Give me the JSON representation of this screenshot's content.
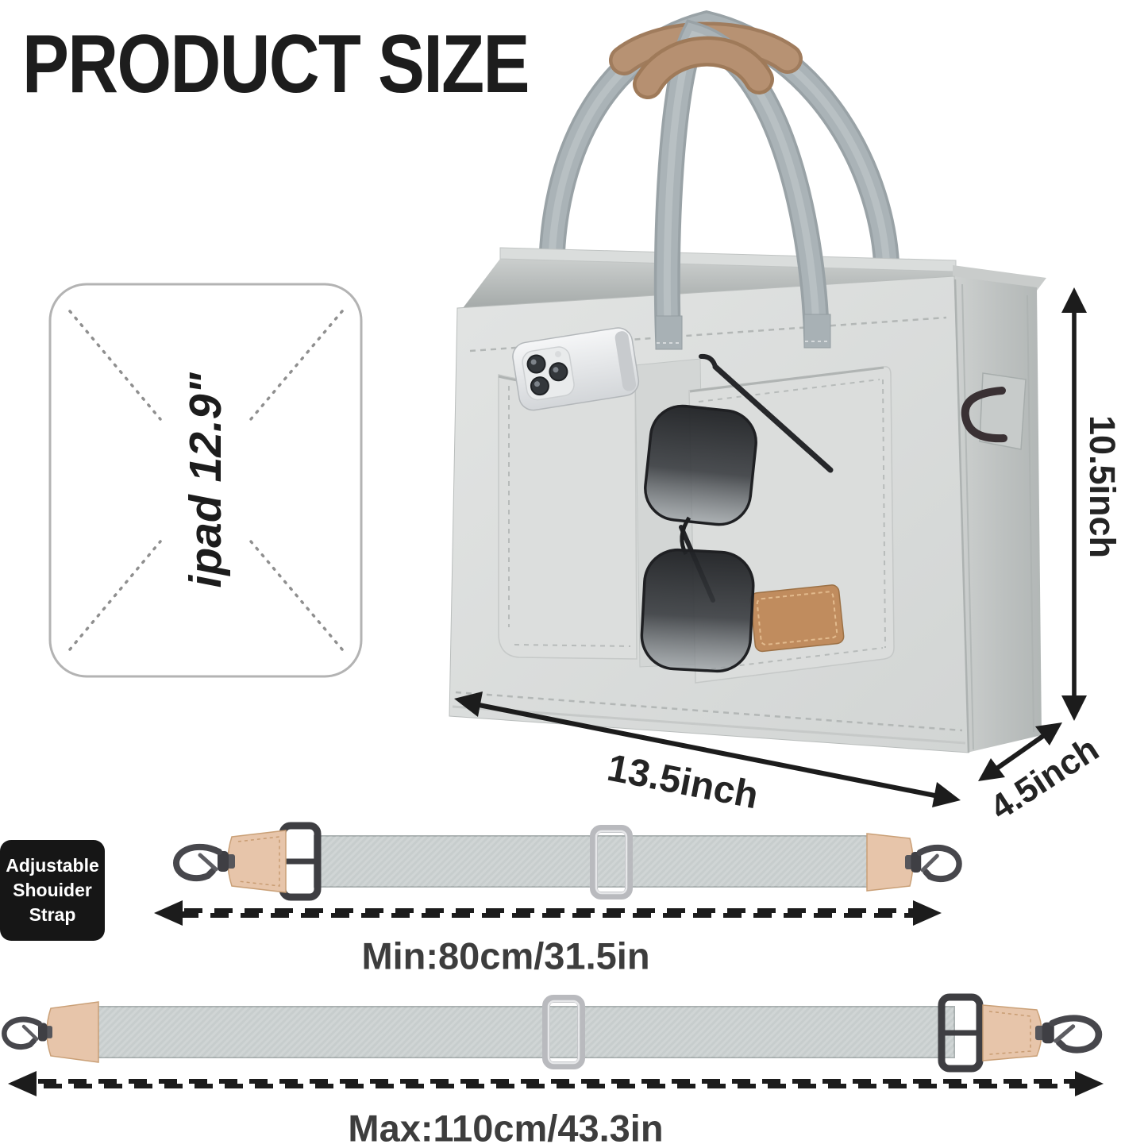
{
  "title": "PRODUCT SIZE",
  "ipad": {
    "label": "ipad 12.9\""
  },
  "dimensions": {
    "height": "10.5inch",
    "width": "13.5inch",
    "depth": "4.5inch"
  },
  "strap_badge": {
    "line1": "Adjustable",
    "line2": "Shouider",
    "line3": "Strap"
  },
  "straps": {
    "min": "Min:80cm/31.5in",
    "max": "Max:110cm/43.3in"
  },
  "icons": {
    "snap_hook": "swivel-snap-hook",
    "adjuster": "strap-adjuster-buckle",
    "slide_ring": "rectangular-slide-ring",
    "d_ring": "d-ring",
    "arrows": "double-headed-dimension-arrows"
  },
  "colors": {
    "canvas": "#d9dbda",
    "canvas_shade": "#bcc0bf",
    "handle_webbing": "#a8b1b5",
    "strap_webbing": "#c7cdcd",
    "leather_wrap": "#b28c6d",
    "leather_tab": "#e7c5aa",
    "tag_brown": "#c08c5e",
    "hardware_dark": "#46464a",
    "hardware_silver": "#bcbdc1",
    "arrow_black": "#1c1c1c",
    "badge_bg": "#161616",
    "badge_text": "#ffffff",
    "dim_text": "#242424",
    "measure_text": "#3d3d3d",
    "ipad_border": "#b3b3b3"
  }
}
